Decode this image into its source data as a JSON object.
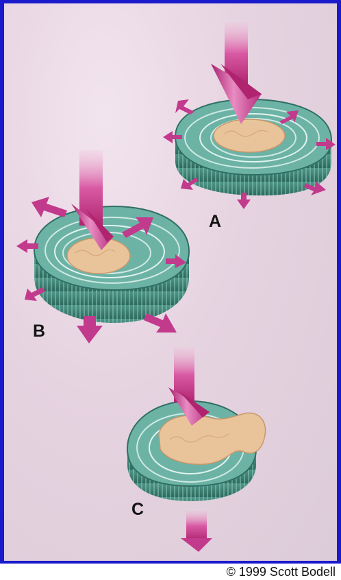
{
  "figure": {
    "labels": {
      "a": "A",
      "b": "B",
      "c": "C"
    },
    "copyright": "© 1999 Scott Bodell"
  },
  "colors": {
    "frame": "#1a1acc",
    "background": "#e6d3e0",
    "annulus": "#5fa79a",
    "annulus_dark": "#2f6f63",
    "nucleus": "#e9c49a",
    "arrow": "#c23a8c",
    "arrow_light": "#e98cc2"
  }
}
